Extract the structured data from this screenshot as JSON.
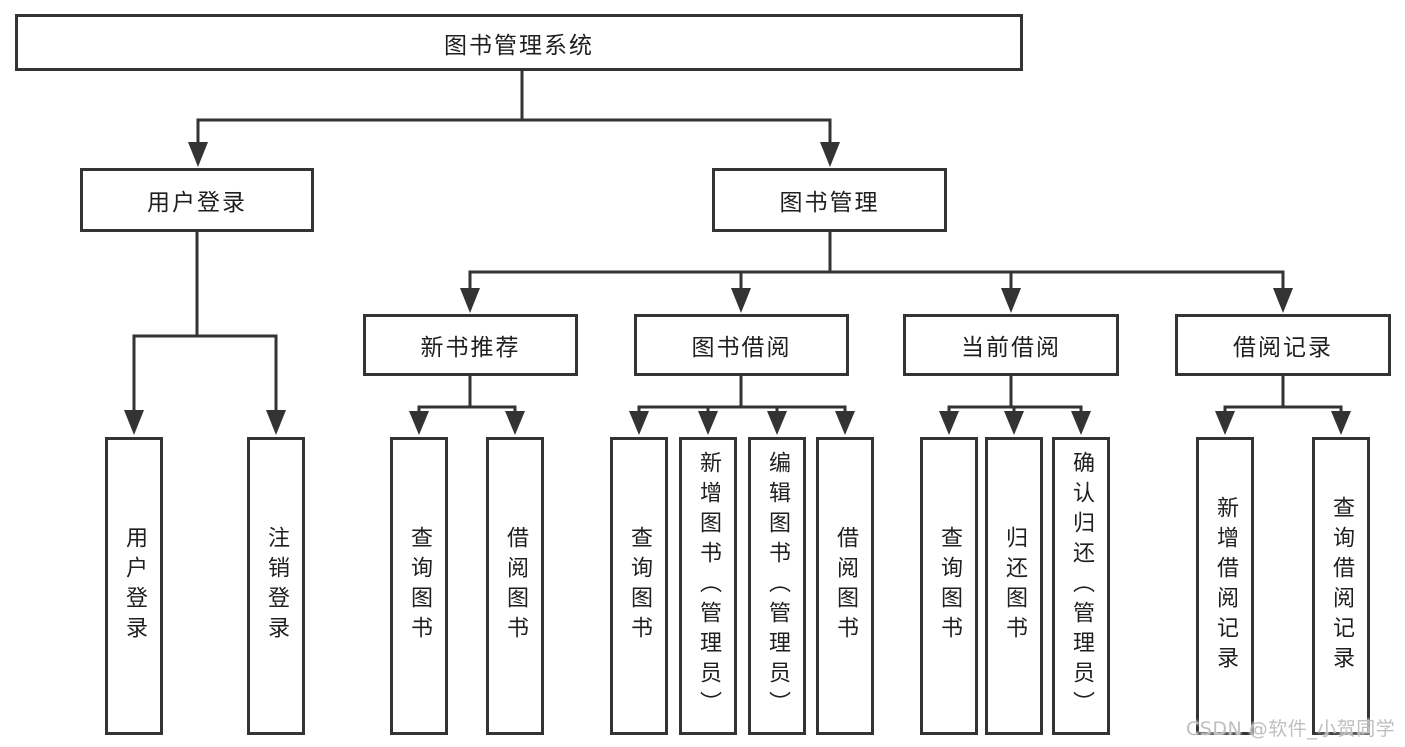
{
  "diagram": {
    "root": {
      "label": "图书管理系统"
    },
    "level2": [
      {
        "label": "用户登录",
        "children": [
          {
            "label": "用户登录"
          },
          {
            "label": "注销登录"
          }
        ]
      },
      {
        "label": "图书管理",
        "children": [
          {
            "label": "新书推荐",
            "children": [
              {
                "label": "查询图书"
              },
              {
                "label": "借阅图书"
              }
            ]
          },
          {
            "label": "图书借阅",
            "children": [
              {
                "label": "查询图书"
              },
              {
                "label": "新增图书（管理员）"
              },
              {
                "label": "编辑图书（管理员）"
              },
              {
                "label": "借阅图书"
              }
            ]
          },
          {
            "label": "当前借阅",
            "children": [
              {
                "label": "查询图书"
              },
              {
                "label": "归还图书"
              },
              {
                "label": "确认归还（管理员）"
              }
            ]
          },
          {
            "label": "借阅记录",
            "children": [
              {
                "label": "新增借阅记录"
              },
              {
                "label": "查询借阅记录"
              }
            ]
          }
        ]
      }
    ]
  },
  "watermark": {
    "text": "CSDN @软件_小贺同学",
    "color": "#bfbfbf"
  },
  "style": {
    "line_color": "#333333",
    "box_border_color": "#333333",
    "box_fill_color": "#ffffff",
    "text_color": "#1f1f1f",
    "background_color": "#ffffff"
  }
}
